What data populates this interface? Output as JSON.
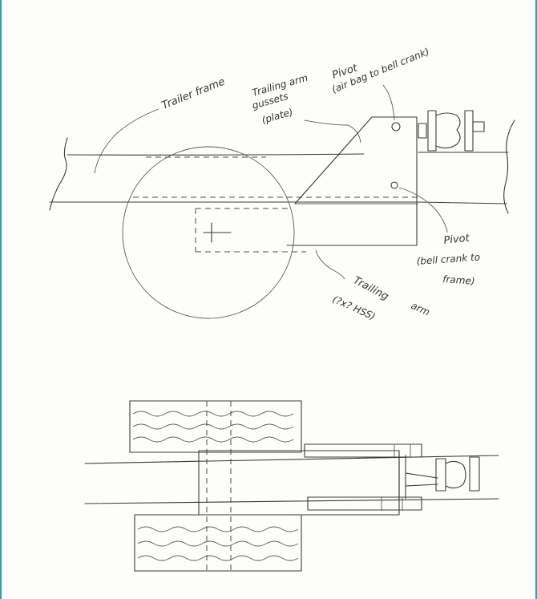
{
  "labels": {
    "trailer_frame": "Trailer frame",
    "gussets_line1": "Trailing arm",
    "gussets_line2": "gussets",
    "gussets_line3": "(plate)",
    "pivot_airbag_line1": "Pivot",
    "pivot_airbag_line2": "(air bag to bell crank)",
    "pivot_frame_line1": "Pivot",
    "pivot_frame_line2": "(bell crank to",
    "pivot_frame_line3": "frame)",
    "trailing_arm_line1": "Trailing",
    "trailing_arm_line2": "arm",
    "trailing_arm_line3": "(?x? HSS)"
  }
}
